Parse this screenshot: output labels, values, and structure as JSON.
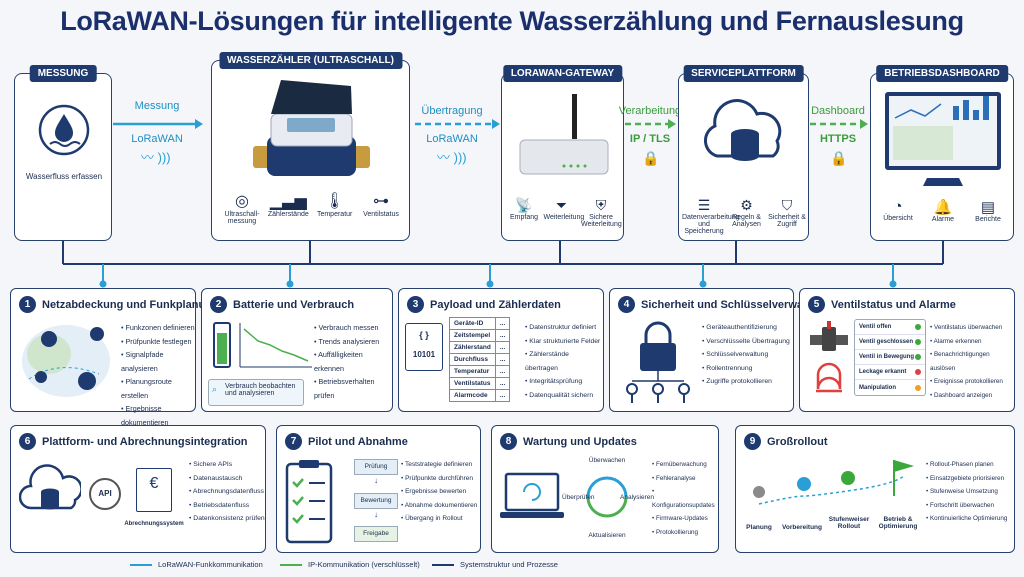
{
  "title": "LoRaWAN-Lösungen für intelligente Wasserzählung und Fernauslesung",
  "top": {
    "messung": {
      "header": "MESSUNG",
      "label": "Wasserfluss erfassen"
    },
    "flow1": {
      "top": "Messung",
      "bottom": "LoRaWAN"
    },
    "meter": {
      "header": "WASSERZÄHLER (ULTRASCHALL)",
      "icons": [
        "Ultraschall-messung",
        "Zählerstände",
        "Temperatur",
        "Ventilstatus"
      ]
    },
    "flow2": {
      "top": "Übertragung",
      "bottom": "LoRaWAN"
    },
    "gateway": {
      "header": "LORAWAN-GATEWAY",
      "icons": [
        "Empfang",
        "Weiterleitung",
        "Sichere Weiterleitung"
      ]
    },
    "flow3": {
      "top": "Verarbeitung",
      "bottom": "IP / TLS"
    },
    "service": {
      "header": "SERVICEPLATTFORM",
      "icons": [
        "Datenverarbeitung und Speicherung",
        "Regeln & Analysen",
        "Sicherheit & Zugriff"
      ]
    },
    "flow4": {
      "top": "Dashboard",
      "bottom": "HTTPS"
    },
    "dashboard": {
      "header": "BETRIEBSDASHBOARD",
      "icons": [
        "Übersicht",
        "Alarme",
        "Berichte"
      ]
    }
  },
  "cards": [
    {
      "num": "1",
      "title": "Netzabdeckung und Funkplanung",
      "items": [
        "Funkzonen definieren",
        "Prüfpunkte festlegen",
        "Signalpfade analysieren",
        "Planungsroute erstellen",
        "Ergebnisse dokumentieren"
      ]
    },
    {
      "num": "2",
      "title": "Batterie und Verbrauch",
      "items": [
        "Verbrauch messen",
        "Trends analysieren",
        "Auffälligkeiten erkennen",
        "Betriebsverhalten prüfen"
      ],
      "search": "Verbrauch beobachten und analysieren"
    },
    {
      "num": "3",
      "title": "Payload und Zählerdaten",
      "items": [
        "Datenstruktur definiert",
        "Klar strukturierte Felder",
        "Zählerstände übertragen",
        "Integritätsprüfung",
        "Datenqualität sichern"
      ],
      "fields": [
        "Geräte-ID",
        "Zeitstempel",
        "Zählerstand",
        "Durchfluss",
        "Temperatur",
        "Ventilstatus",
        "Alarmcode"
      ],
      "dots": "...",
      "braces": "{ }",
      "bits": "10101"
    },
    {
      "num": "4",
      "title": "Sicherheit und Schlüsselverwaltung",
      "items": [
        "Geräteauthentifizierung",
        "Verschlüsselte Übertragung",
        "Schlüsselverwaltung",
        "Rollentrennung",
        "Zugriffe protokollieren"
      ]
    },
    {
      "num": "5",
      "title": "Ventilstatus und Alarme",
      "items": [
        "Ventilstatus überwachen",
        "Alarme erkennen",
        "Benachrichtigungen auslösen",
        "Ereignisse protokollieren",
        "Dashboard anzeigen"
      ],
      "states": [
        {
          "label": "Ventil offen",
          "color": "#3aa83a"
        },
        {
          "label": "Ventil geschlossen",
          "color": "#3aa83a"
        },
        {
          "label": "Ventil in Bewegung",
          "color": "#3aa83a"
        },
        {
          "label": "Leckage erkannt",
          "color": "#e04040"
        },
        {
          "label": "Manipulation",
          "color": "#f0a020"
        }
      ]
    },
    {
      "num": "6",
      "title": "Plattform- und Abrechnungsintegration",
      "items": [
        "Sichere APIs",
        "Datenaustausch",
        "Abrechnungsdatenfluss",
        "Betriebsdatenfluss",
        "Datenkonsistenz prüfen"
      ],
      "api": "API",
      "system": "Abrechnungssystem",
      "euro": "€"
    },
    {
      "num": "7",
      "title": "Pilot und Abnahme",
      "items": [
        "Teststrategie definieren",
        "Prüfpunkte durchführen",
        "Ergebnisse bewerten",
        "Abnahme dokumentieren",
        "Übergang in Rollout"
      ],
      "steps": [
        "Prüfung",
        "Bewertung",
        "Freigabe"
      ]
    },
    {
      "num": "8",
      "title": "Wartung und Updates",
      "items": [
        "Fernüberwachung",
        "Fehleranalyse",
        "Konfigurationsupdates",
        "Firmware-Updates",
        "Protokollierung"
      ],
      "cycle": [
        "Überwachen",
        "Analysieren",
        "Aktualisieren",
        "Überprüfen"
      ]
    },
    {
      "num": "9",
      "title": "Großrollout",
      "items": [
        "Rollout-Phasen planen",
        "Einsatzgebiete priorisieren",
        "Stufenweise Umsetzung",
        "Fortschritt überwachen",
        "Kontinuierliche Optimierung"
      ],
      "phases": [
        "Planung",
        "Vorbereitung",
        "Stufenweiser Rollout",
        "Betrieb & Optimierung"
      ]
    }
  ],
  "legend": [
    {
      "label": "LoRaWAN-Funkkommunikation",
      "color": "#2a9fd6"
    },
    {
      "label": "IP-Kommunikation (verschlüsselt)",
      "color": "#4caf50"
    },
    {
      "label": "Systemstruktur und Prozesse",
      "color": "#1e3a6e"
    }
  ]
}
